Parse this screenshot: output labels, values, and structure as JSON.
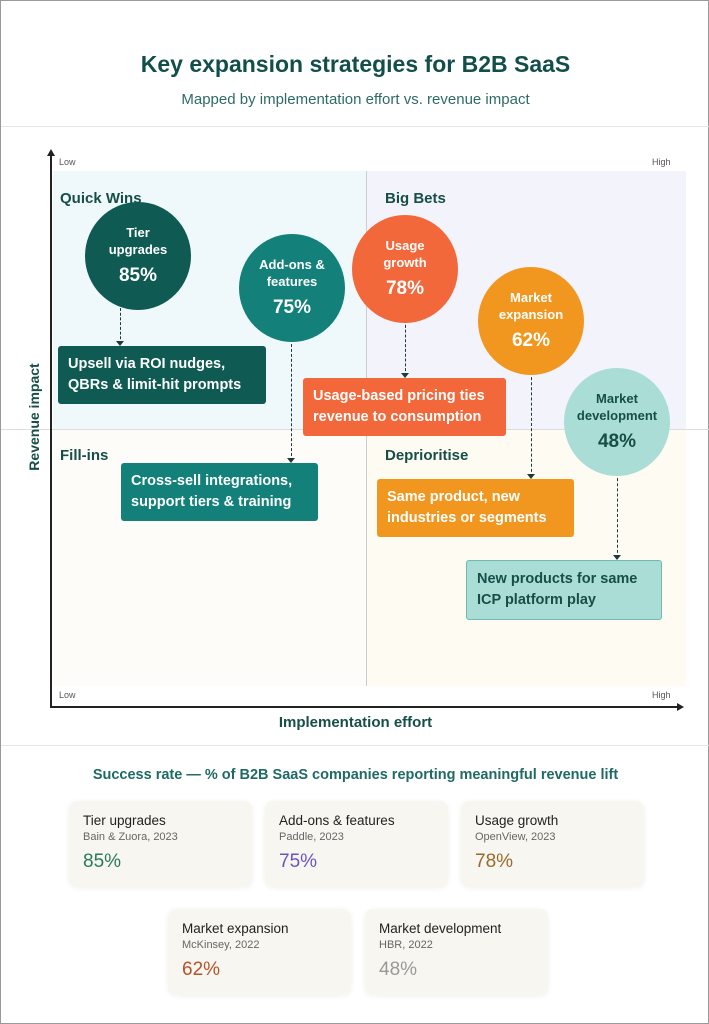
{
  "title": "Key expansion strategies for B2B SaaS",
  "subtitle": "Mapped by implementation effort vs. revenue impact",
  "axes": {
    "y_label": "Revenue impact",
    "x_label": "Implementation effort",
    "top_low": "Low",
    "top_high": "High",
    "bottom_low": "Low",
    "bottom_high": "High"
  },
  "quadrants": [
    "Quick Wins",
    "Big Bets",
    "Fill-ins",
    "Deprioritise"
  ],
  "strategies": [
    {
      "name": "Tier upgrades",
      "pct": "85%",
      "desc": "Upsell via ROI nudges, QBRs & limit-hit prompts",
      "color": "#0f5a52"
    },
    {
      "name": "Add-ons & features",
      "pct": "75%",
      "desc": "Cross-sell integrations, support tiers & training",
      "color": "#13807a"
    },
    {
      "name": "Usage growth",
      "pct": "78%",
      "desc": "Usage-based pricing ties revenue to consumption",
      "color": "#f3683a"
    },
    {
      "name": "Market expansion",
      "pct": "62%",
      "desc": "Same product, new industries or segments",
      "color": "#f1961f"
    },
    {
      "name": "Market development",
      "pct": "48%",
      "desc": "New products for same ICP platform play",
      "color": "#a9ddd6"
    }
  ],
  "success": {
    "heading": "Success rate — % of B2B SaaS companies reporting meaningful revenue lift",
    "cards": [
      {
        "name": "Tier upgrades",
        "source": "Bain & Zuora, 2023",
        "pct": "85%",
        "color": "#2a7a5e"
      },
      {
        "name": "Add-ons & features",
        "source": "Paddle, 2023",
        "pct": "75%",
        "color": "#6a55c8"
      },
      {
        "name": "Usage growth",
        "source": "OpenView, 2023",
        "pct": "78%",
        "color": "#9a6a2a"
      },
      {
        "name": "Market expansion",
        "source": "McKinsey, 2022",
        "pct": "62%",
        "color": "#b5522a"
      },
      {
        "name": "Market development",
        "source": "HBR, 2022",
        "pct": "48%",
        "color": "#999999"
      }
    ]
  }
}
